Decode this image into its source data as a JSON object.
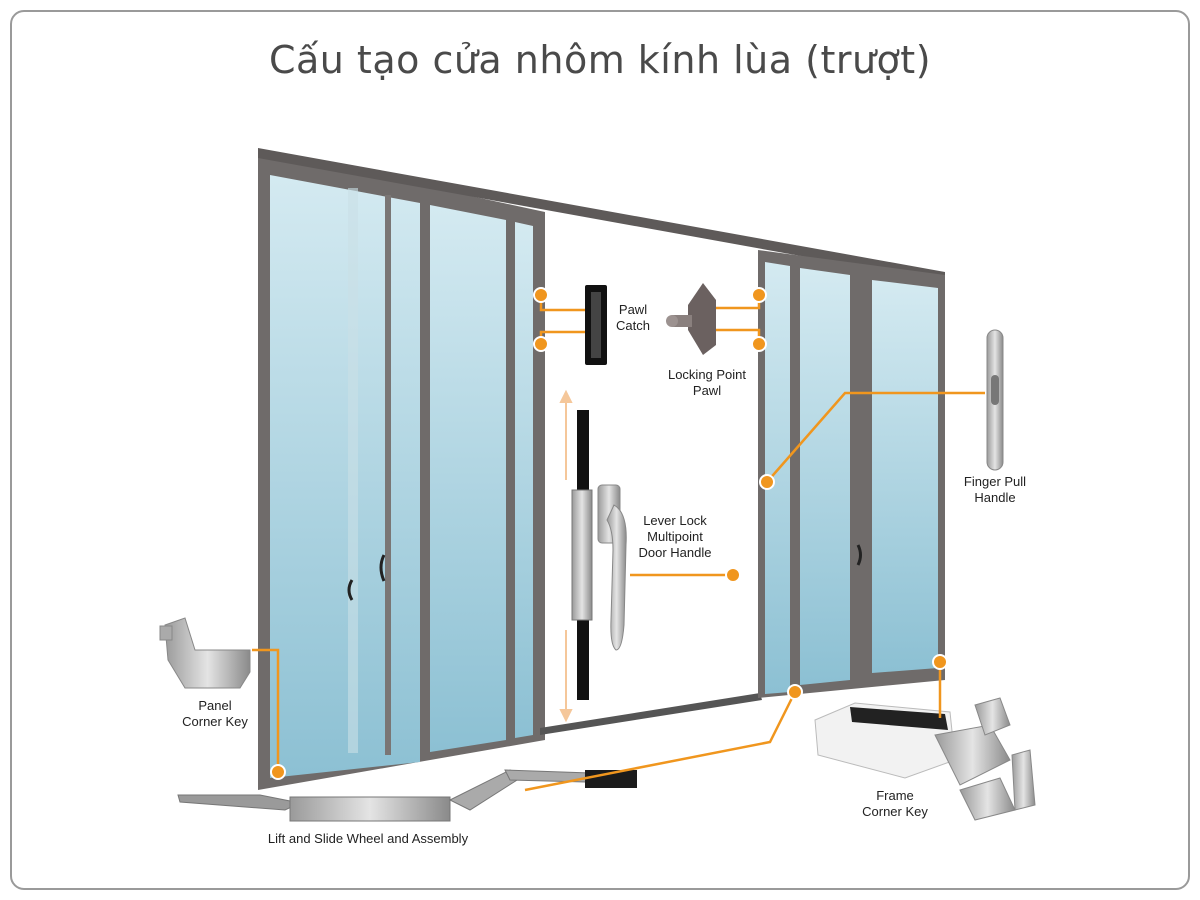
{
  "title": "Cấu tạo cửa nhôm kính lùa (trượt)",
  "colors": {
    "accent": "#f0961e",
    "frame": "#6e6a69",
    "glass_top": "#cfe6ee",
    "glass_bottom": "#8fc3d6",
    "text": "#4a4a4a",
    "border": "#9a9a9a"
  },
  "labels": {
    "pawl_catch": "Pawl\nCatch",
    "locking_point_pawl": "Locking Point\nPawl",
    "finger_pull_handle": "Finger Pull\nHandle",
    "lever_lock_handle": "Lever Lock\nMultipoint\nDoor Handle",
    "panel_corner_key": "Panel\nCorner Key",
    "frame_corner_key": "Frame\nCorner Key",
    "lift_slide_wheel": "Lift and Slide Wheel and Assembly"
  }
}
